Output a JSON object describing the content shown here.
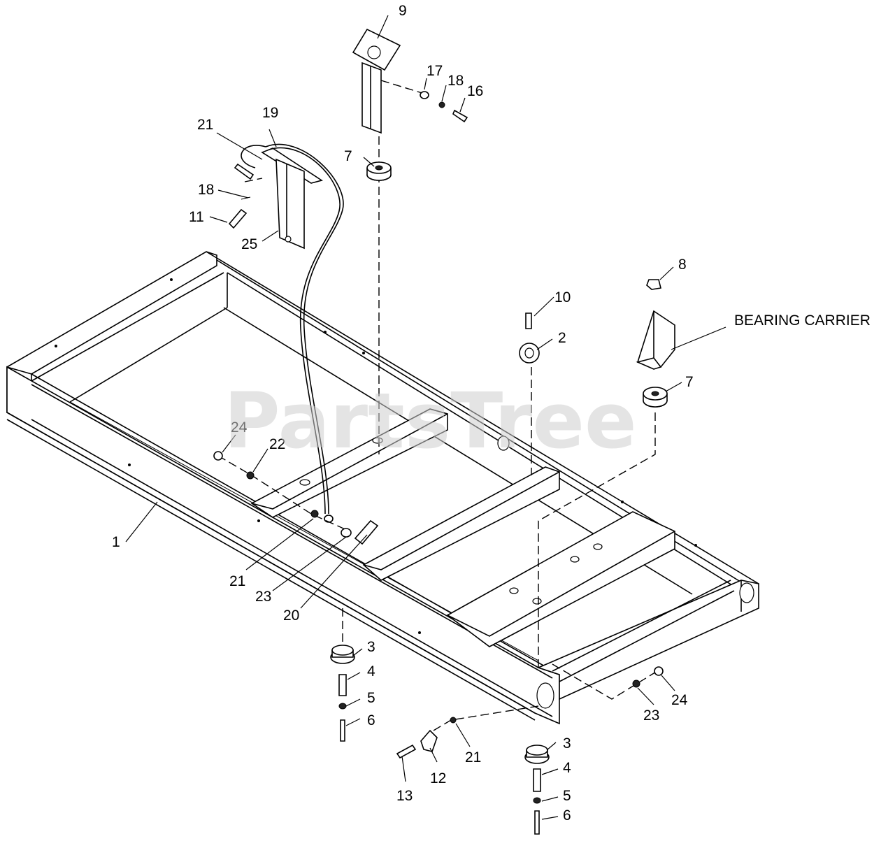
{
  "watermark": "PartsTree",
  "callouts": {
    "c1": "1",
    "c2": "2",
    "c3a": "3",
    "c3b": "3",
    "c4a": "4",
    "c4b": "4",
    "c5a": "5",
    "c5b": "5",
    "c6a": "6",
    "c6b": "6",
    "c7a": "7",
    "c7b": "7",
    "c8": "8",
    "c9": "9",
    "c10": "10",
    "c11": "11",
    "c12": "12",
    "c13": "13",
    "c16": "16",
    "c17": "17",
    "c18a": "18",
    "c18b": "18",
    "c19": "19",
    "c20": "20",
    "c21a": "21",
    "c21b": "21",
    "c21c": "21",
    "c22": "22",
    "c23a": "23",
    "c23b": "23",
    "c24a": "24",
    "c24b": "24",
    "c25": "25",
    "bearing": "BEARING CARRIER"
  }
}
